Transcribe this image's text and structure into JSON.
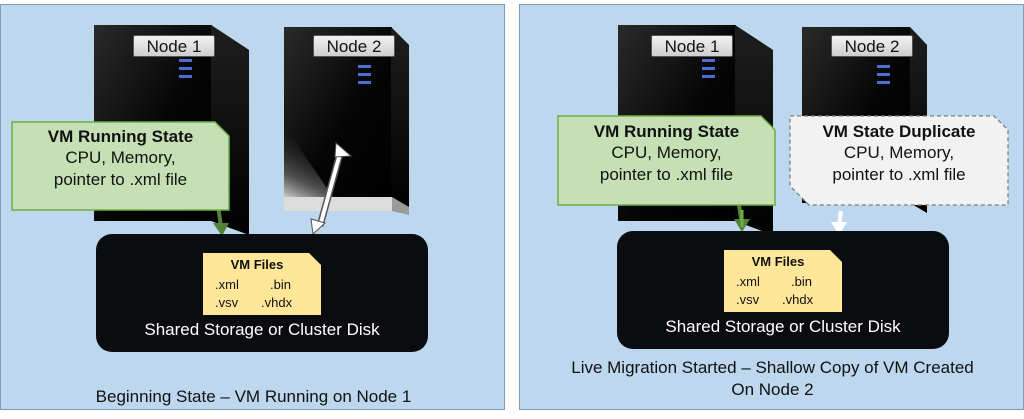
{
  "colors": {
    "panel_bg": "#bdd7ee",
    "running_state_fill": "#c5e0b4",
    "running_state_border": "#70ad47",
    "duplicate_state_fill": "#f2f2f2",
    "storage_fill": "#0b0c10",
    "files_fill": "#ffe699",
    "arrow_green": "#548235"
  },
  "left_panel": {
    "node1_label": "Node 1",
    "node2_label": "Node 2",
    "running_state": {
      "title": "VM Running State",
      "line1": "CPU, Memory,",
      "line2": "pointer to .xml file"
    },
    "storage": {
      "label": "Shared Storage or Cluster Disk",
      "files_title": "VM Files",
      "ext_xml": ".xml",
      "ext_bin": ".bin",
      "ext_vsv": ".vsv",
      "ext_vhdx": ".vhdx"
    },
    "caption": "Beginning State – VM Running on Node 1"
  },
  "right_panel": {
    "node1_label": "Node 1",
    "node2_label": "Node 2",
    "running_state": {
      "title": "VM Running State",
      "line1": "CPU, Memory,",
      "line2": "pointer to .xml file"
    },
    "duplicate_state": {
      "title": "VM State Duplicate",
      "line1": "CPU, Memory,",
      "line2": "pointer to .xml file"
    },
    "storage": {
      "label": "Shared Storage or Cluster Disk",
      "files_title": "VM Files",
      "ext_xml": ".xml",
      "ext_bin": ".bin",
      "ext_vsv": ".vsv",
      "ext_vhdx": ".vhdx"
    },
    "caption_line1": "Live Migration Started – Shallow Copy of VM Created",
    "caption_line2": "On Node 2"
  }
}
